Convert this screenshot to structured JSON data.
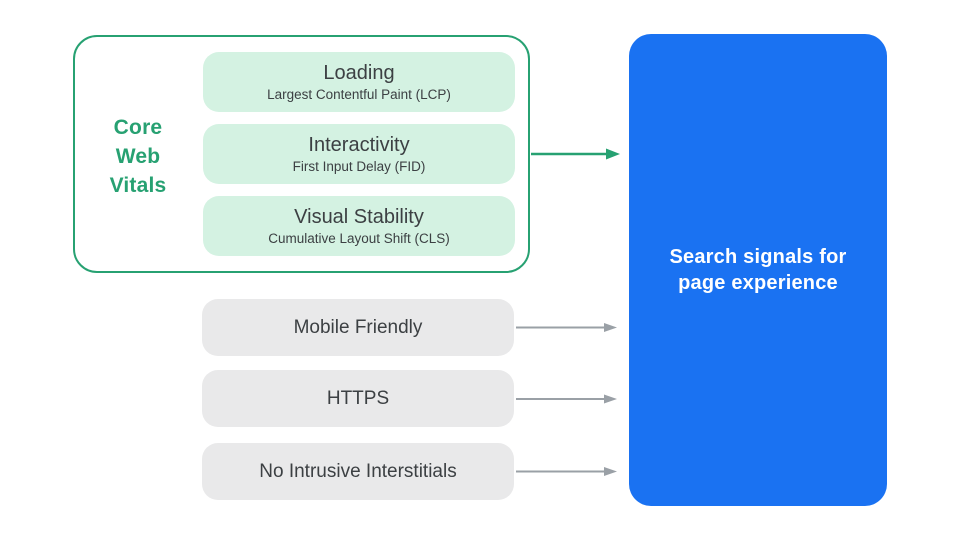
{
  "colors": {
    "green": "#27A172",
    "green_light": "#D4F2E2",
    "blue": "#1A72F2",
    "gray_card": "#E9E9EA",
    "gray_arrow": "#9AA0A6",
    "text_dark": "#3C4043",
    "text_white": "#FFFFFF",
    "background": "#FFFFFF"
  },
  "core_web_vitals": {
    "label_lines": [
      "Core",
      "Web",
      "Vitals"
    ],
    "items": [
      {
        "title": "Loading",
        "subtitle": "Largest Contentful Paint (LCP)"
      },
      {
        "title": "Interactivity",
        "subtitle": "First Input Delay (FID)"
      },
      {
        "title": "Visual Stability",
        "subtitle": "Cumulative Layout Shift (CLS)"
      }
    ]
  },
  "other_signals": [
    {
      "label": "Mobile Friendly"
    },
    {
      "label": "HTTPS"
    },
    {
      "label": "No Intrusive Interstitials"
    }
  ],
  "result": {
    "label": "Search signals for page experience"
  }
}
